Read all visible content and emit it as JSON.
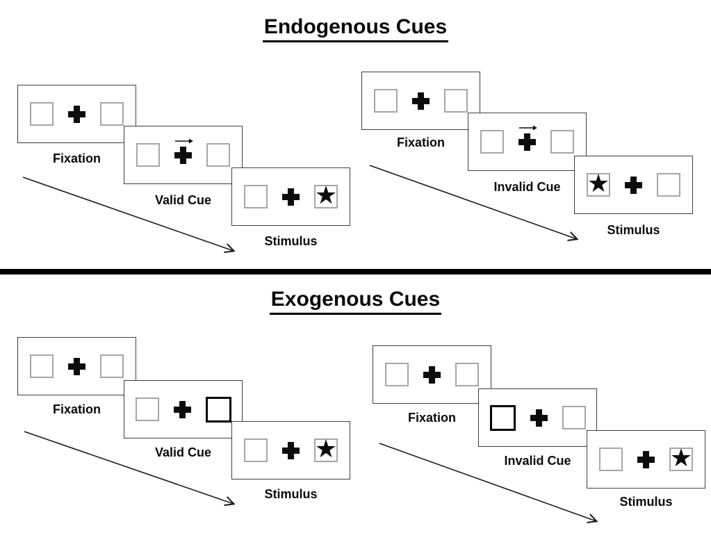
{
  "figure": {
    "kind": "posner-cueing-paradigm-diagram",
    "background": "#ffffff"
  },
  "glyphs": {
    "star": "★",
    "fixation_cross": "+",
    "cue_arrow_direction": "right"
  },
  "colors": {
    "ink": "#0a0a0a",
    "card_border": "#3d3d3d",
    "placeholder_square_border": "#a6a6a6",
    "highlight_square_border": "#000000",
    "divider": "#000000"
  },
  "sections": [
    {
      "title": "Endogenous Cues",
      "sequences": [
        {
          "name": "valid-trial",
          "cue_type": "central-arrow-right",
          "target_side": "right",
          "steps": [
            {
              "label": "Fixation"
            },
            {
              "label": "Valid Cue"
            },
            {
              "label": "Stimulus"
            }
          ]
        },
        {
          "name": "invalid-trial",
          "cue_type": "central-arrow-right",
          "target_side": "left",
          "steps": [
            {
              "label": "Fixation"
            },
            {
              "label": "Invalid Cue"
            },
            {
              "label": "Stimulus"
            }
          ]
        }
      ]
    },
    {
      "title": "Exogenous Cues",
      "sequences": [
        {
          "name": "valid-trial",
          "cue_type": "peripheral-bold-box-right",
          "target_side": "right",
          "steps": [
            {
              "label": "Fixation"
            },
            {
              "label": "Valid Cue"
            },
            {
              "label": "Stimulus"
            }
          ]
        },
        {
          "name": "invalid-trial",
          "cue_type": "peripheral-bold-box-left",
          "target_side": "right",
          "steps": [
            {
              "label": "Fixation"
            },
            {
              "label": "Invalid Cue"
            },
            {
              "label": "Stimulus"
            }
          ]
        }
      ]
    }
  ]
}
